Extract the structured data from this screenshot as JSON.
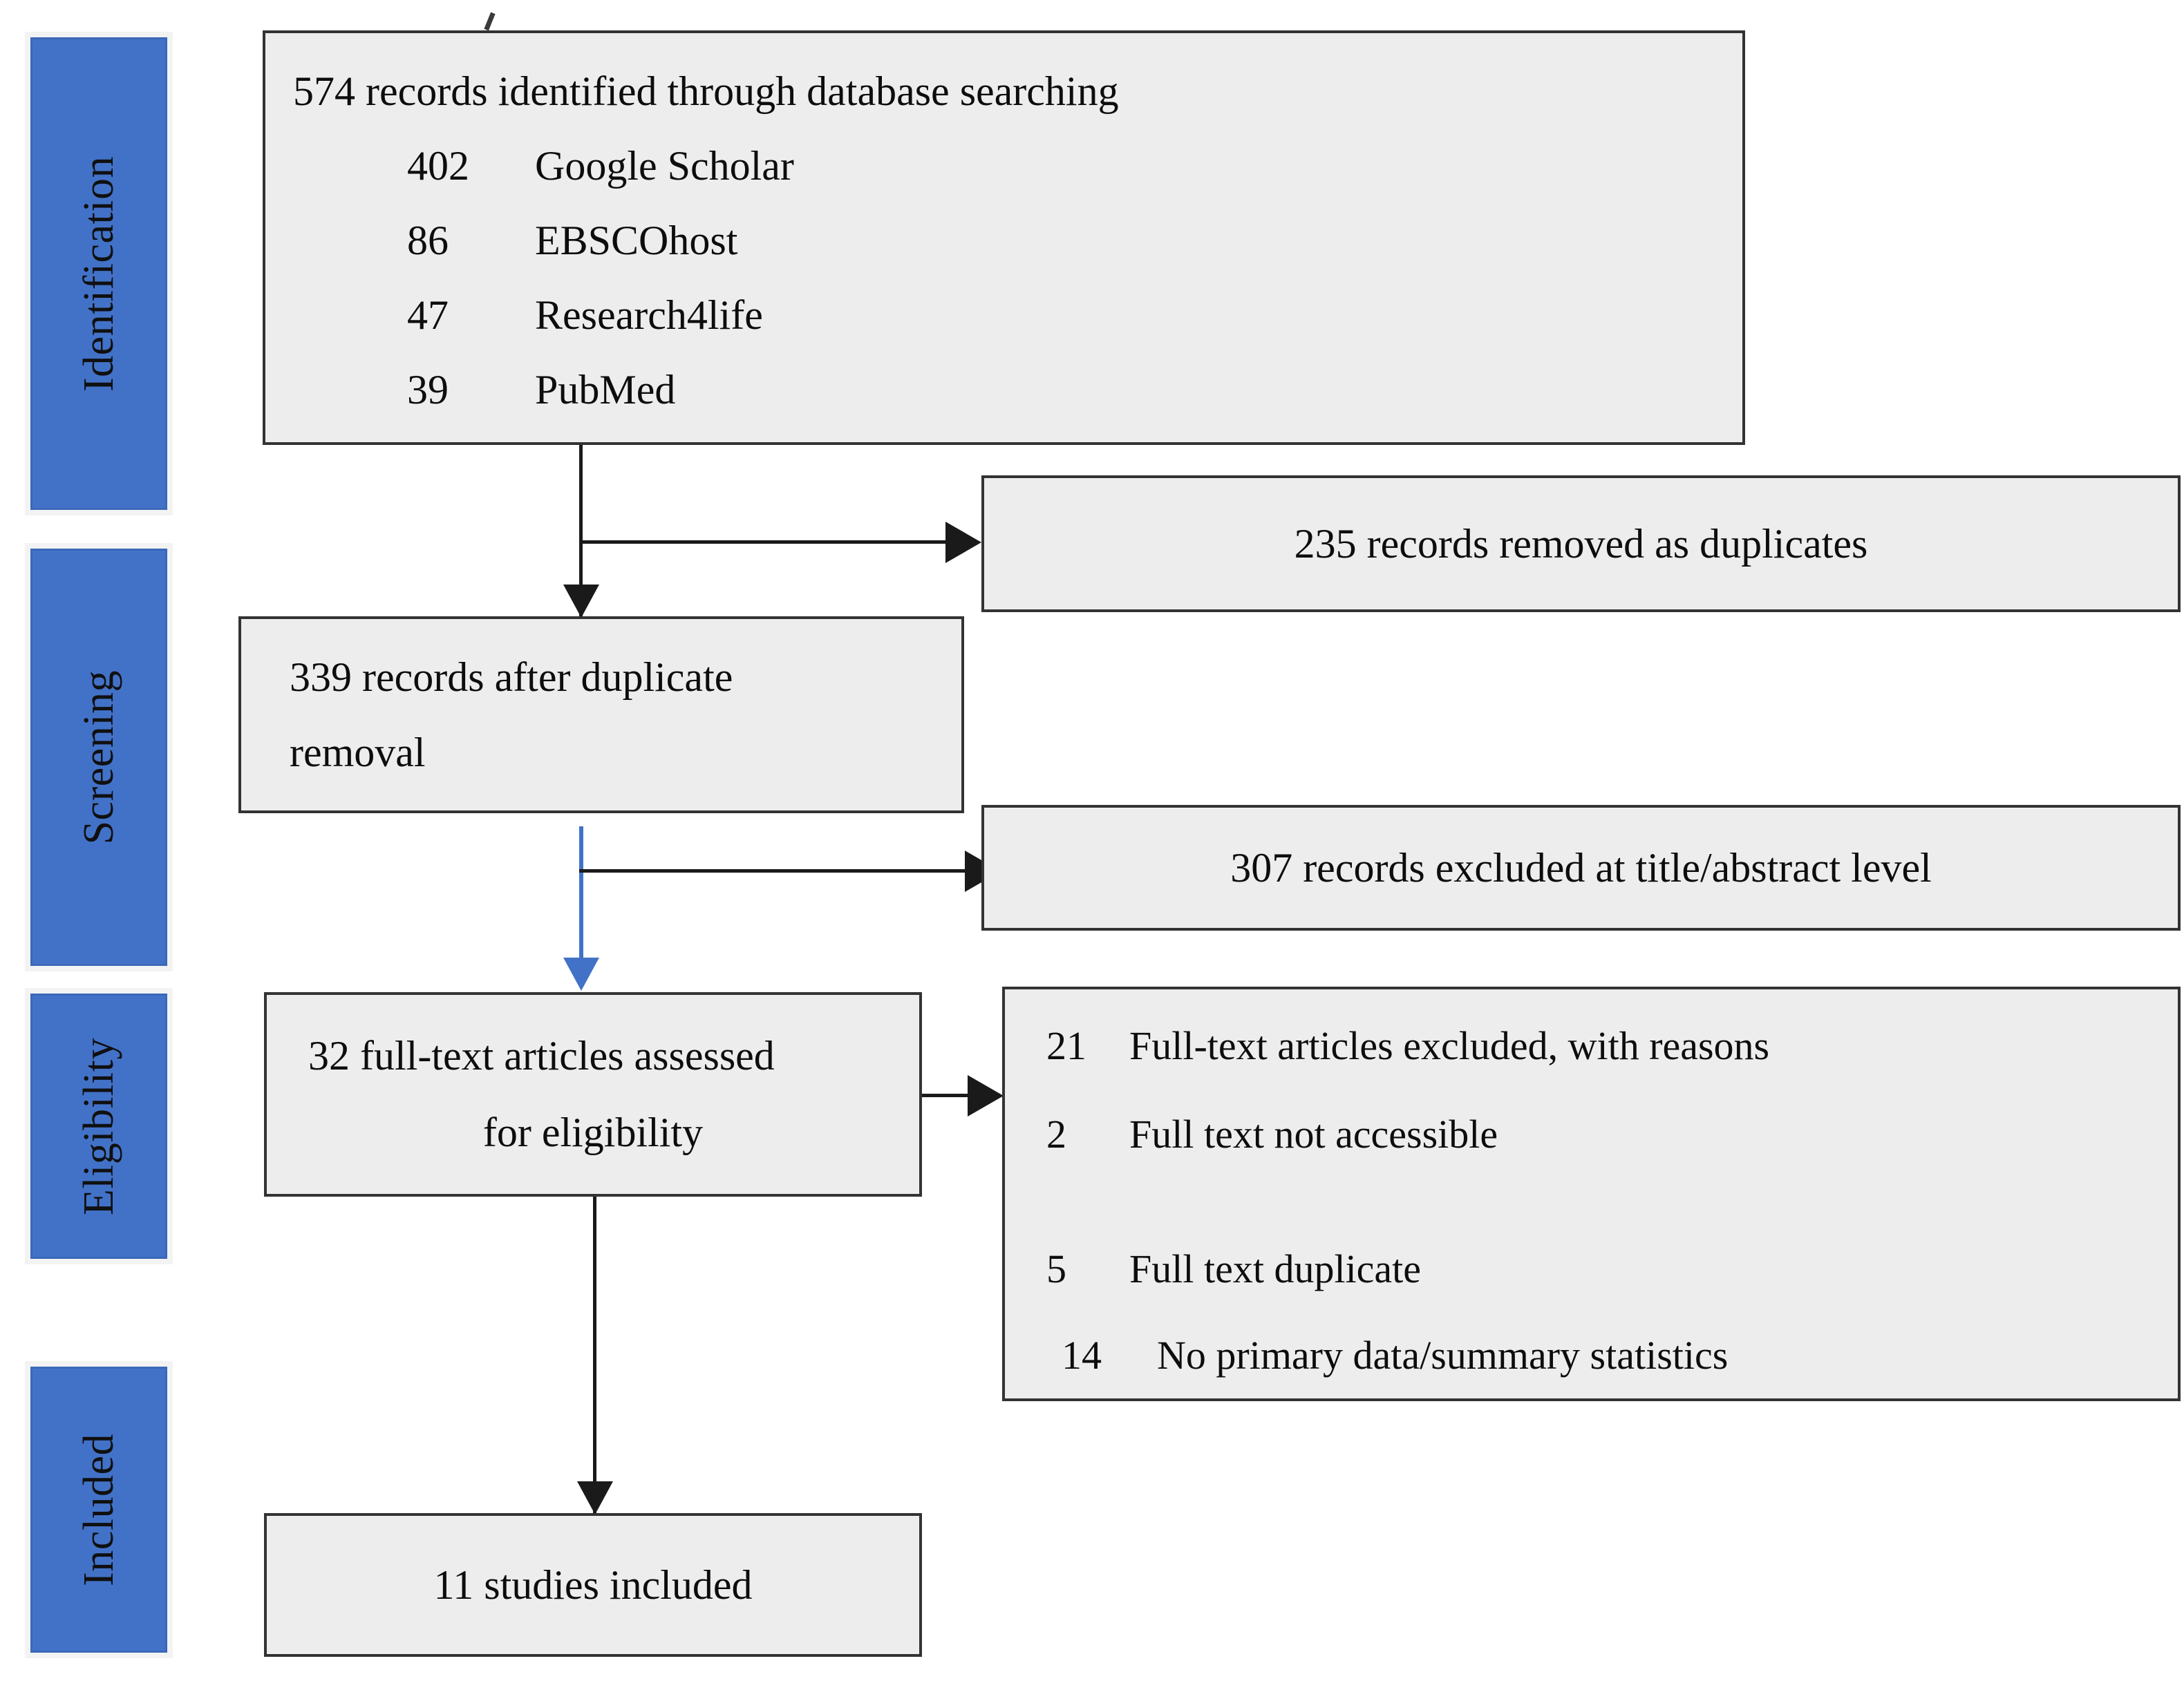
{
  "diagram": {
    "title": "PRISMA study selection flow diagram",
    "colors": {
      "stage_blue": "#4272c8",
      "box_fill": "#ededed",
      "box_border": "#333333",
      "connector_black": "#1a1a1a",
      "connector_blue": "#4272c8"
    }
  },
  "stages": [
    {
      "label": "Identification"
    },
    {
      "label": "Screening"
    },
    {
      "label": "Eligibility"
    },
    {
      "label": "Included"
    }
  ],
  "identification": {
    "heading": "574 records identified through database searching",
    "sources": [
      {
        "count": "402",
        "name": "Google Scholar"
      },
      {
        "count": "86",
        "name": "EBSCOhost"
      },
      {
        "count": "47",
        "name": "Research4life"
      },
      {
        "count": "39",
        "name": "PubMed"
      }
    ]
  },
  "duplicates_removed": {
    "text": "235 records removed as duplicates"
  },
  "after_duplicates": {
    "line1": "339 records after duplicate",
    "line2": "removal"
  },
  "excluded_title_abstract": {
    "text": "307 records excluded at title/abstract level"
  },
  "full_text_assessed": {
    "line1": "32 full-text articles assessed",
    "line2": "for eligibility"
  },
  "full_text_excluded": {
    "reasons": [
      {
        "count": "21",
        "text": "Full-text articles excluded, with reasons",
        "indent": false
      },
      {
        "count": "2",
        "text": "Full text not accessible",
        "indent": false
      },
      {
        "count": "5",
        "text": "Full text duplicate",
        "indent": false
      },
      {
        "count": "14",
        "text": "No primary data/summary statistics",
        "indent": true
      }
    ]
  },
  "included": {
    "text": "11 studies included"
  },
  "chart_data": {
    "type": "table",
    "title": "PRISMA study selection flow",
    "nodes": [
      {
        "id": "identified",
        "label": "574 records identified through database searching",
        "value": 574
      },
      {
        "id": "google_scholar",
        "label": "Google Scholar",
        "value": 402
      },
      {
        "id": "ebscohost",
        "label": "EBSCOhost",
        "value": 86
      },
      {
        "id": "research4life",
        "label": "Research4life",
        "value": 47
      },
      {
        "id": "pubmed",
        "label": "PubMed",
        "value": 39
      },
      {
        "id": "duplicates",
        "label": "records removed as duplicates",
        "value": 235
      },
      {
        "id": "after_duplicates",
        "label": "records after duplicate removal",
        "value": 339
      },
      {
        "id": "excluded_ta",
        "label": "records excluded at title/abstract level",
        "value": 307
      },
      {
        "id": "full_text",
        "label": "full-text articles assessed for eligibility",
        "value": 32
      },
      {
        "id": "ft_excluded",
        "label": "Full-text articles excluded, with reasons",
        "value": 21
      },
      {
        "id": "ft_not_access",
        "label": "Full text not accessible",
        "value": 2
      },
      {
        "id": "ft_duplicate",
        "label": "Full text duplicate",
        "value": 5
      },
      {
        "id": "ft_no_data",
        "label": "No primary data/summary statistics",
        "value": 14
      },
      {
        "id": "included",
        "label": "studies included",
        "value": 11
      }
    ]
  }
}
